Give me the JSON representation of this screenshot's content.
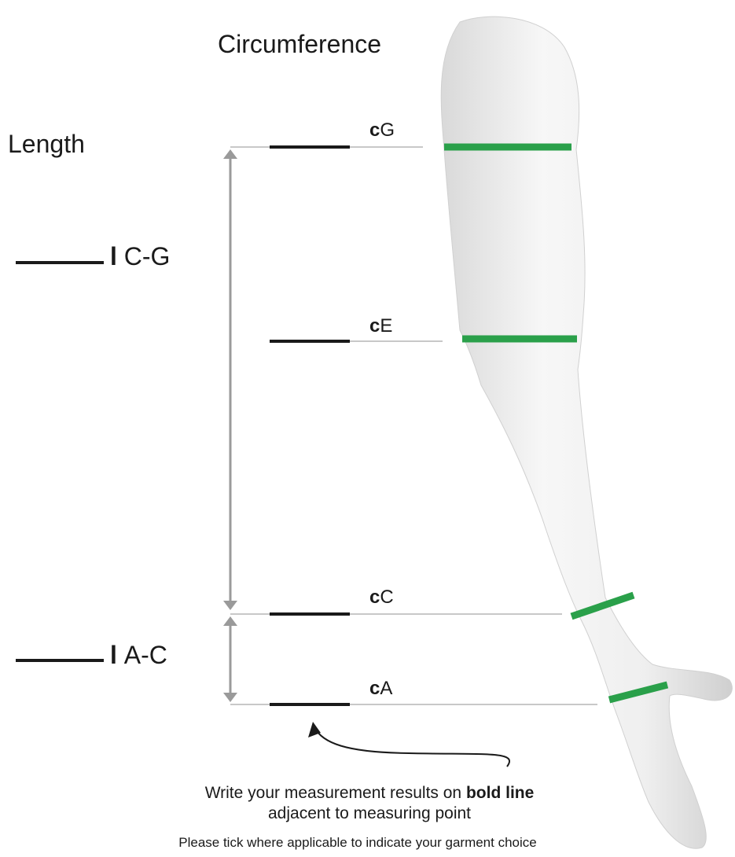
{
  "headings": {
    "circumference": "Circumference",
    "length": "Length"
  },
  "length_labels": [
    {
      "prefix": "l",
      "text": "C-G"
    },
    {
      "prefix": "l",
      "text": "A-C"
    }
  ],
  "circumference_labels": [
    {
      "prefix": "c",
      "text": "G"
    },
    {
      "prefix": "c",
      "text": "E"
    },
    {
      "prefix": "c",
      "text": "C"
    },
    {
      "prefix": "c",
      "text": "A"
    }
  ],
  "instruction": {
    "before": "Write your measurement results on ",
    "bold": "bold line",
    "after": "adjacent to measuring point"
  },
  "tick_note": "Please tick where applicable to indicate your garment choice",
  "colors": {
    "band": "#2aa04a",
    "arrow": "#9a9a9a",
    "guide": "#a8a8a8",
    "bold_line": "#1a1a1a"
  }
}
